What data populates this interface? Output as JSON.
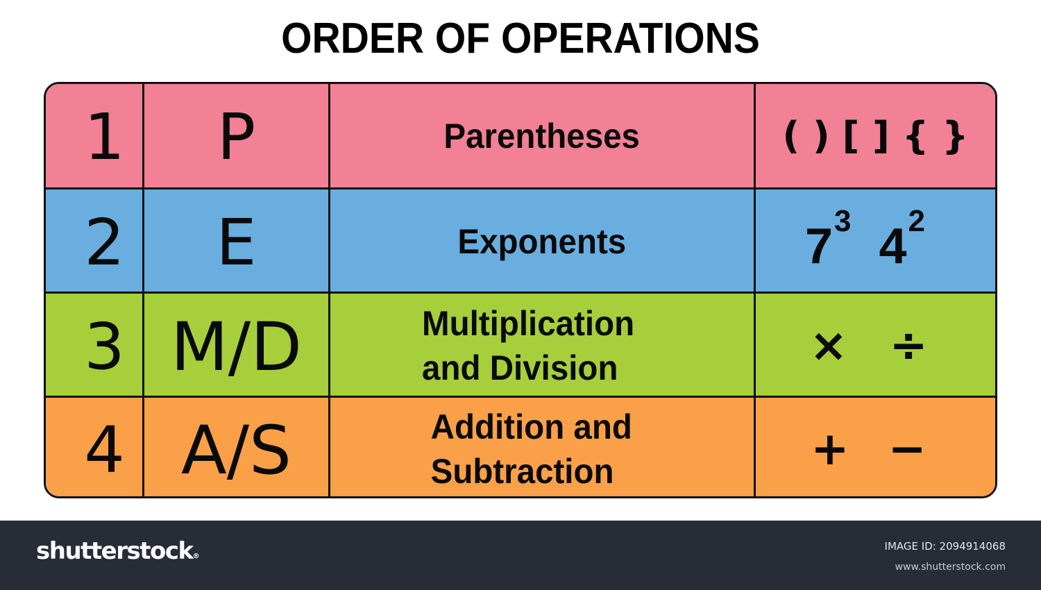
{
  "title": "ORDER OF OPERATIONS",
  "colors": {
    "row_p": "#f28195",
    "row_e": "#6aaee0",
    "row_md": "#a6cf3b",
    "row_as": "#f9a048",
    "border": "#111111",
    "footer_bg": "#272c37"
  },
  "rows": [
    {
      "number": "1",
      "letter": "P",
      "name_lines": [
        "Parentheses"
      ],
      "symbols": [
        "( )",
        "[ ]",
        "{ }"
      ],
      "symbol_type": "brackets"
    },
    {
      "number": "2",
      "letter": "E",
      "name_lines": [
        "Exponents"
      ],
      "symbols": [
        {
          "base": "7",
          "exp": "3"
        },
        {
          "base": "4",
          "exp": "2"
        }
      ],
      "symbol_type": "exponents"
    },
    {
      "number": "3",
      "letter": "M/D",
      "name_lines": [
        "Multiplication",
        "and Division"
      ],
      "symbols": [
        "×",
        "÷"
      ],
      "symbol_type": "operators"
    },
    {
      "number": "4",
      "letter": "A/S",
      "name_lines": [
        "Addition and",
        "Subtraction"
      ],
      "symbols": [
        "+",
        "−"
      ],
      "symbol_type": "operators"
    }
  ],
  "footer": {
    "brand": "shutterstock",
    "brand_mark": "®",
    "image_id_label": "IMAGE ID: 2094914068",
    "website": "www.shutterstock.com"
  }
}
